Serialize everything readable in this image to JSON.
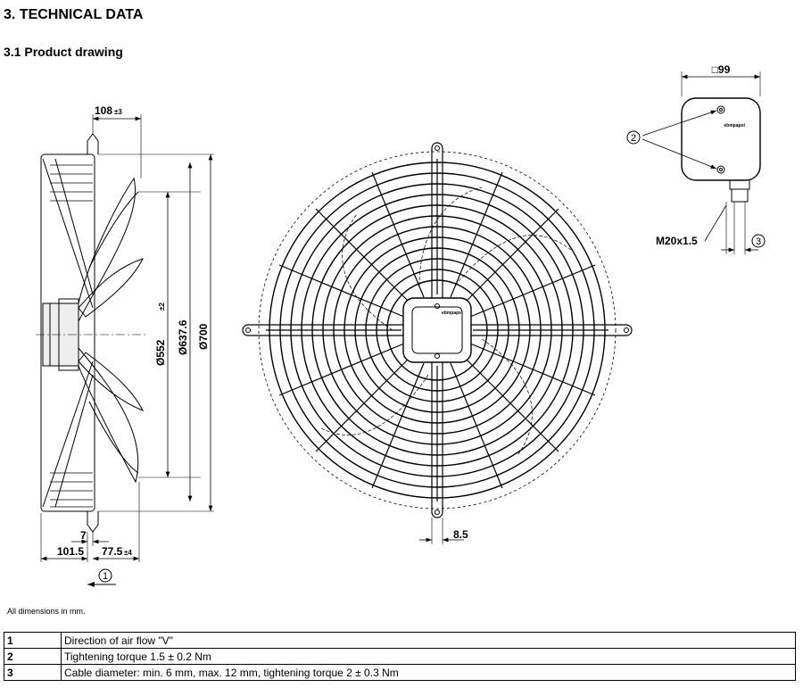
{
  "section_title": "3. TECHNICAL DATA",
  "subsection_title": "3.1 Product drawing",
  "dimensions": {
    "depth_total": "108",
    "depth_total_tol": "±3",
    "dia_inner": "Ø552",
    "dia_inner_tol": "±2",
    "dia_mid": "Ø637.6",
    "dia_outer": "Ø700",
    "base_left": "101.5",
    "offset": "7",
    "base_right": "77.5",
    "base_right_tol": "±4",
    "slot": "8.5",
    "box_size": "□99",
    "thread": "M20x1.5"
  },
  "callouts": [
    "1",
    "2",
    "3"
  ],
  "brand_mark": "ebmpapst",
  "note": "All dimensions in mm.",
  "legend": [
    {
      "num": "1",
      "text": "Direction of air flow \"V\""
    },
    {
      "num": "2",
      "text": "Tightening torque 1.5 ± 0.2 Nm"
    },
    {
      "num": "3",
      "text": "Cable diameter: min. 6 mm, max. 12 mm, tightening torque 2 ± 0.3 Nm"
    }
  ]
}
